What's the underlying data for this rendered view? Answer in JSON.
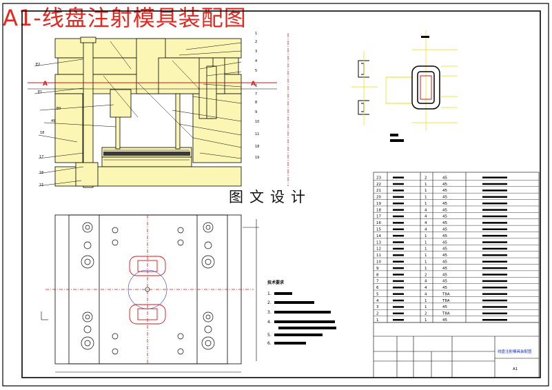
{
  "title": "A1-线盘注射模具装配图",
  "watermark": "图文设计",
  "section_label": "A",
  "part_callouts": [
    "E2",
    "E1",
    "E0",
    "49",
    "18",
    "17",
    "16",
    "15",
    "19",
    "18",
    "11",
    "10",
    "9",
    "8",
    "7",
    "6",
    "5",
    "4",
    "3",
    "2",
    "1"
  ],
  "technical_notes": [
    "技术要求",
    "1.",
    "2.",
    "3.",
    "4.",
    "5.",
    "6."
  ],
  "bom": {
    "rows": [
      {
        "no": "23",
        "qty": "2",
        "mat": "45"
      },
      {
        "no": "22",
        "qty": "1",
        "mat": "45"
      },
      {
        "no": "21",
        "qty": "1",
        "mat": "45"
      },
      {
        "no": "20",
        "qty": "1",
        "mat": "45"
      },
      {
        "no": "19",
        "qty": "1",
        "mat": "45"
      },
      {
        "no": "18",
        "qty": "4",
        "mat": "45"
      },
      {
        "no": "17",
        "qty": "4",
        "mat": "45"
      },
      {
        "no": "16",
        "qty": "4",
        "mat": "45"
      },
      {
        "no": "15",
        "qty": "4",
        "mat": "45"
      },
      {
        "no": "14",
        "qty": "1",
        "mat": "45"
      },
      {
        "no": "13",
        "qty": "1",
        "mat": "45"
      },
      {
        "no": "12",
        "qty": "1",
        "mat": "45"
      },
      {
        "no": "11",
        "qty": "1",
        "mat": "45"
      },
      {
        "no": "10",
        "qty": "1",
        "mat": "45"
      },
      {
        "no": "9",
        "qty": "1",
        "mat": "45"
      },
      {
        "no": "8",
        "qty": "2",
        "mat": "45"
      },
      {
        "no": "7",
        "qty": "4",
        "mat": "45"
      },
      {
        "no": "6",
        "qty": "4",
        "mat": "45"
      },
      {
        "no": "5",
        "qty": "4",
        "mat": "T8A"
      },
      {
        "no": "4",
        "qty": "1",
        "mat": "T8A"
      },
      {
        "no": "3",
        "qty": "1",
        "mat": "45"
      },
      {
        "no": "2",
        "qty": "2",
        "mat": "T8A"
      },
      {
        "no": "1",
        "qty": "1",
        "mat": "45"
      }
    ],
    "drawing_title": "线盘注射模具装配图",
    "sheet": "A1"
  },
  "colors": {
    "title": "#e8261e",
    "mold": "#fbf6b4",
    "line": "#000000",
    "red": "#e01010",
    "yellow": "#e8e000"
  }
}
